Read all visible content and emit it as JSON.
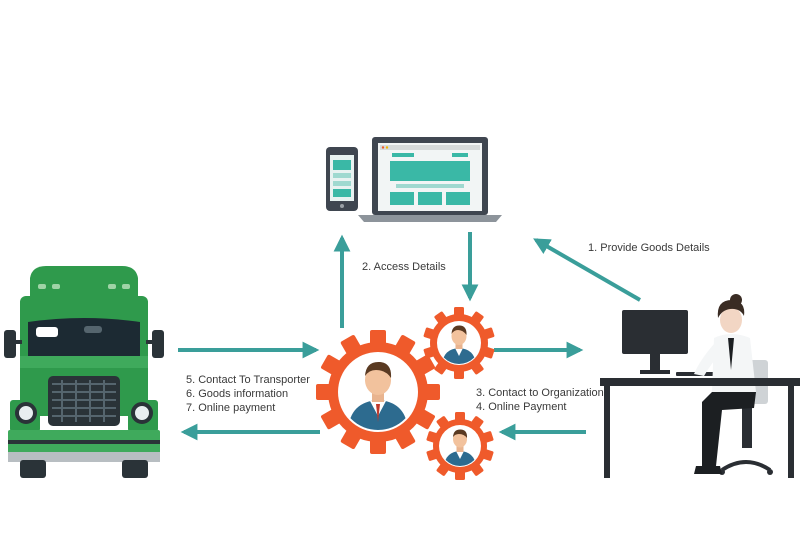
{
  "labels": {
    "provide_goods_details": "1. Provide Goods Details",
    "access_details": "2. Access Details",
    "contact_to_organization": "3. Contact to Organization",
    "online_payment_org": "4.  Online Payment",
    "contact_to_transporter": "5. Contact To Transporter",
    "goods_information": "6. Goods information",
    "online_payment_transporter": "7. Online payment"
  },
  "colors": {
    "arrow": "#3a9e9a",
    "gear": "#ef5a2b",
    "truck": "#2f9a4c",
    "screen_accent": "#3ab8a6",
    "suit": "#2d6b8f",
    "device": "#3f4650"
  },
  "icons": {
    "truck": "truck-icon",
    "devices": "devices-icon",
    "hub": "gear-people-icon",
    "organization": "office-worker-icon"
  }
}
